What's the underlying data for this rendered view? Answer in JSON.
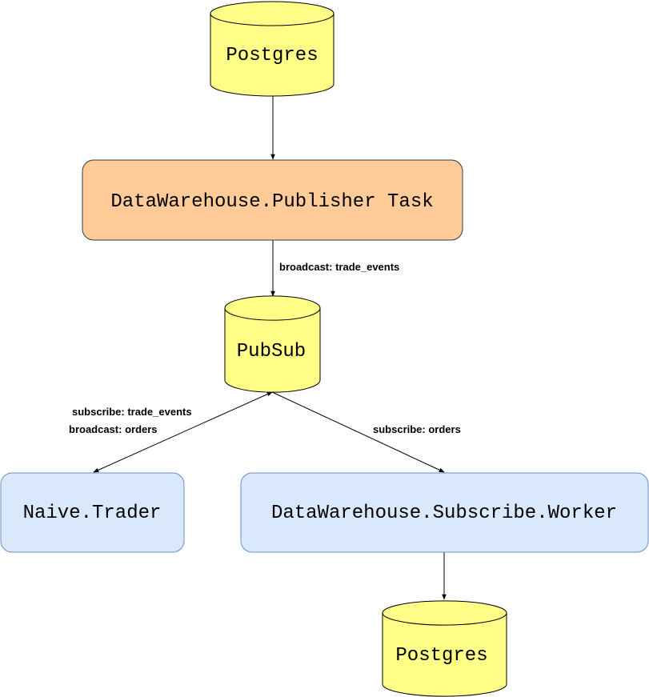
{
  "nodes": {
    "postgres_top": {
      "label": "Postgres",
      "shape": "cylinder"
    },
    "publisher_task": {
      "label": "DataWarehouse.Publisher Task",
      "shape": "rounded-rect"
    },
    "pubsub": {
      "label": "PubSub",
      "shape": "cylinder"
    },
    "naive_trader": {
      "label": "Naive.Trader",
      "shape": "rounded-rect"
    },
    "subscribe_worker": {
      "label": "DataWarehouse.Subscribe.Worker",
      "shape": "rounded-rect"
    },
    "postgres_bottom": {
      "label": "Postgres",
      "shape": "cylinder"
    }
  },
  "edges": {
    "publisher_to_pubsub": {
      "label": "broadcast: trade_events"
    },
    "pubsub_trader": {
      "label_line1": "subscribe: trade_events",
      "label_line2": "broadcast: orders"
    },
    "pubsub_worker": {
      "label": "subscribe: orders"
    }
  },
  "colors": {
    "cylinder_fill": "#ffff88",
    "publisher_fill": "#ffcc99",
    "publisher_stroke": "#36393d",
    "client_fill": "#dae8fc",
    "client_stroke": "#6c8ebf",
    "line": "#000000"
  }
}
